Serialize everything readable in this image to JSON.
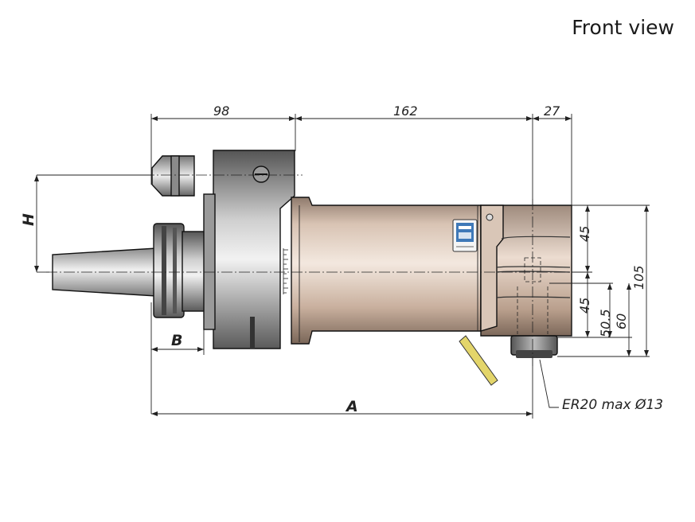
{
  "title": "Front view",
  "dimensions": {
    "top_left": "98",
    "top_middle": "162",
    "top_right": "27",
    "offset_h": "H",
    "flange_b": "B",
    "overall_a": "A",
    "right_upper": "45",
    "right_lower": "45",
    "collet_center": "50.5",
    "bottom_face": "60",
    "total_height": "105"
  },
  "collet_note": "ER20 max Ø13",
  "colors": {
    "housing": "#c7ad9b",
    "steel": "#a9a9a9",
    "dark_steel": "#6e6e6e",
    "coolant_pipe": "#e3d56a",
    "logo": "#3f79b8"
  },
  "icons": [
    "mg-logo-badge",
    "screw-head-icon",
    "scale-graduation"
  ]
}
